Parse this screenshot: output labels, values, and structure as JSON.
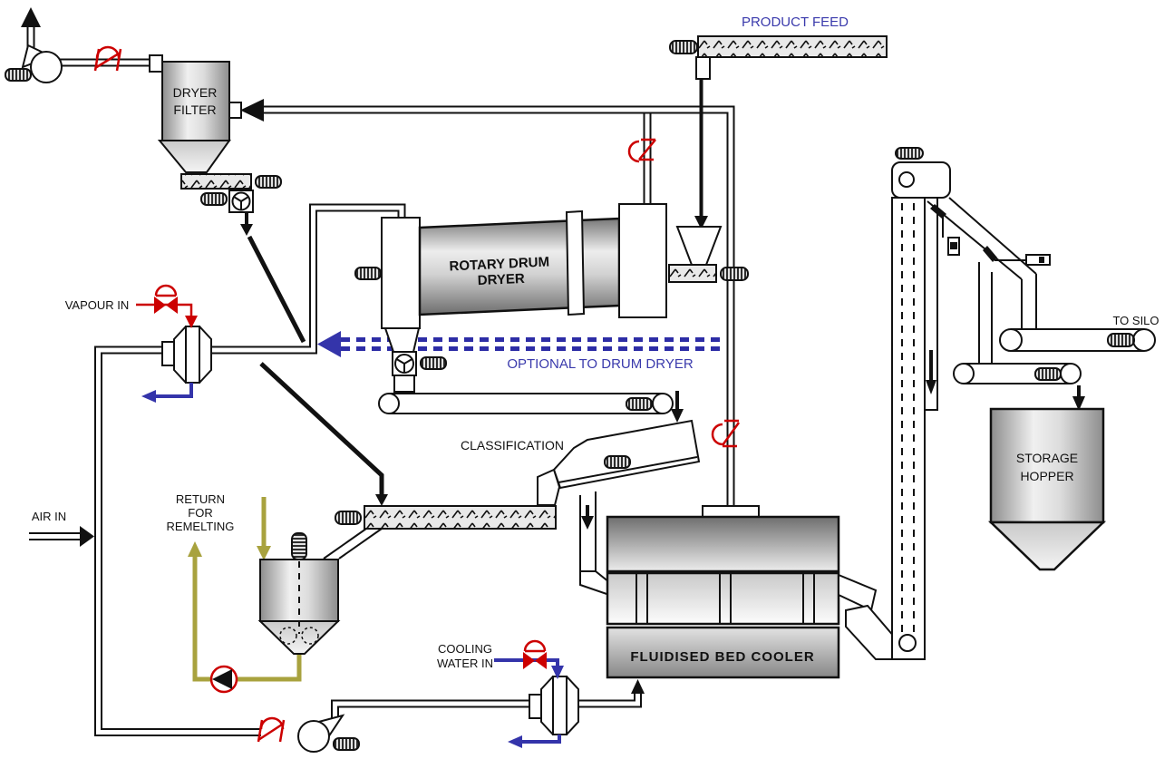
{
  "labels": {
    "product_feed": "PRODUCT FEED",
    "dryer_filter": [
      "DRYER",
      "FILTER"
    ],
    "rotary_drum_dryer": [
      "ROTARY  DRUM",
      "DRYER"
    ],
    "optional_to_drum_dryer": "OPTIONAL TO DRUM DRYER",
    "classification": "CLASSIFICATION",
    "vapour_in": "VAPOUR IN",
    "air_in": "AIR IN",
    "return_for_remelting": [
      "RETURN",
      "FOR",
      "REMELTING"
    ],
    "cooling_water_in": [
      "COOLING",
      "WATER IN"
    ],
    "fluidised_bed_cooler": "FLUIDISED  BED  COOLER",
    "storage_hopper": [
      "STORAGE",
      "HOPPER"
    ],
    "to_silo": "TO SILO"
  },
  "colors": {
    "outline": "#111111",
    "label_blue": "#3a3aac",
    "line_blue": "#2d2da6",
    "valve_red": "#cc0000",
    "remelt_olive": "#a8a23e",
    "vessel_gray_light": "#f0f0f0",
    "vessel_gray_dark": "#8d8d8d"
  }
}
